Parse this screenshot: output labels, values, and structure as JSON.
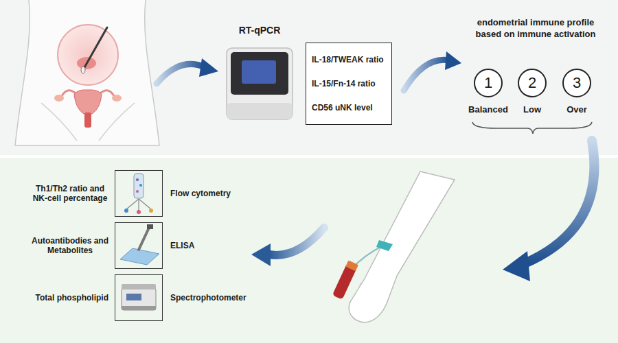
{
  "diagram": {
    "nodes": [
      {
        "text": [
          "RT-qPCR"
        ]
      },
      {
        "text": [
          "IL-18/TWEAK ratio",
          "IL-15/Fn-14 ratio",
          "CD56 uNK level"
        ]
      },
      {
        "text": [
          "1",
          "Balanced"
        ]
      },
      {
        "text": [
          "2",
          "Low"
        ]
      },
      {
        "text": [
          "3",
          "Over"
        ]
      },
      {
        "text": [
          "Th1/Th2 ratio and NK-cell percentage",
          "Flow cytometry"
        ]
      },
      {
        "text": [
          "Autoantibodies and Metabolites",
          "ELISA"
        ]
      },
      {
        "text": [
          "Total phospholipid",
          "Spectrophotometer"
        ]
      }
    ],
    "labels": [
      "endometrial immune profile based on immune activation"
    ]
  }
}
